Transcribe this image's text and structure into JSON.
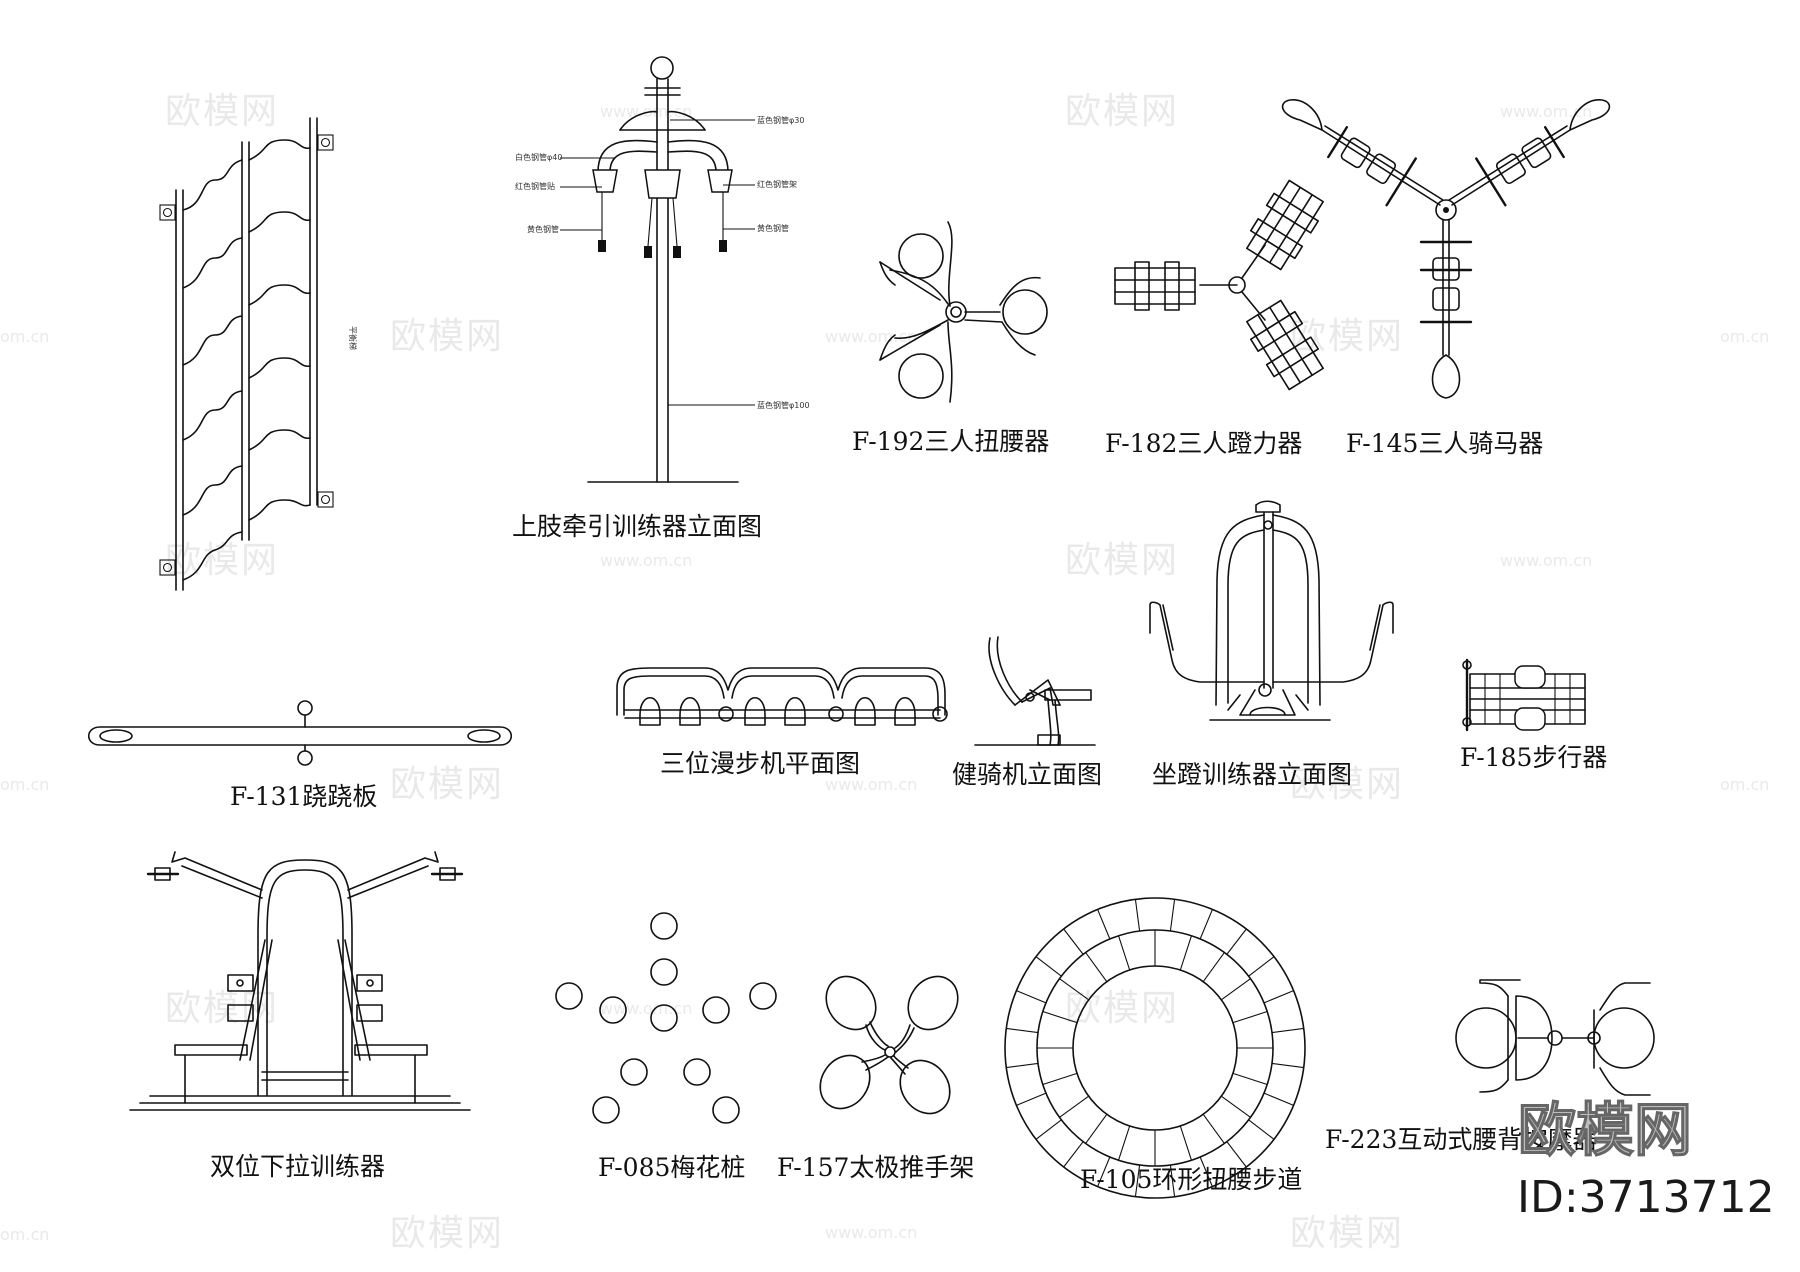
{
  "captions": {
    "c1": "上肢牵引训练器立面图",
    "c2": "F-192三人扭腰器",
    "c3": "F-182三人蹬力器",
    "c4": "F-145三人骑马器",
    "c5": "F-131跷跷板",
    "c6": "三位漫步机平面图",
    "c7": "健骑机立面图",
    "c8": "坐蹬训练器立面图",
    "c9": "F-185步行器",
    "c10": "双位下拉训练器",
    "c11": "F-085梅花桩",
    "c12": "F-157太极推手架",
    "c13": "F-105环形扭腰步道",
    "c14": "F-223互动式腰背按摩器"
  },
  "annotations": {
    "a1": "蓝色钢管φ30",
    "a2": "白色钢管φ40",
    "a3": "红色钢管贴",
    "a4": "红色钢管架",
    "a5": "黄色钢管",
    "a6": "黄色钢管",
    "a7": "蓝色钢管φ100",
    "a8": "平衡梯"
  },
  "watermark": {
    "text": "欧模网",
    "url": "www.om.cn",
    "url_edge": "om.cn"
  },
  "branding": {
    "logo": "欧模网",
    "id": "ID:3713712"
  }
}
